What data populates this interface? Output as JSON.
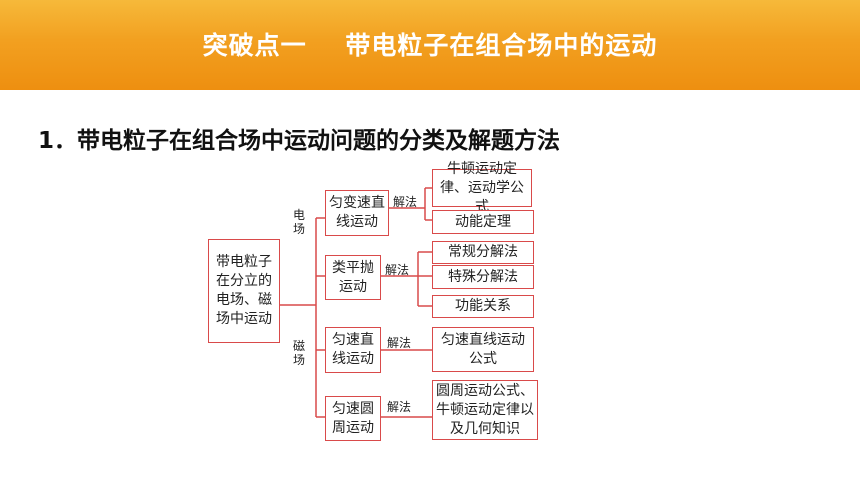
{
  "header": {
    "title": "突破点一    带电粒子在组合场中的运动"
  },
  "section": {
    "heading": "1．带电粒子在组合场中运动问题的分类及解题方法"
  },
  "diagram": {
    "root": "带电粒子在分立的电场、磁场中运动",
    "branch_labels": {
      "electric": "电场",
      "magnetic": "磁场"
    },
    "method_label": "解法",
    "motions": [
      "匀变速直线运动",
      "类平抛运动",
      "匀速直线运动",
      "匀速圆周运动"
    ],
    "methods": [
      "牛顿运动定律、运动学公式",
      "动能定理",
      "常规分解法",
      "特殊分解法",
      "功能关系",
      "匀速直线运动公式",
      "圆周运动公式、牛顿运动定律以及几何知识"
    ],
    "colors": {
      "accent": "#f2a020",
      "box_border": "#d94a4a",
      "line": "#d94a4a"
    }
  }
}
